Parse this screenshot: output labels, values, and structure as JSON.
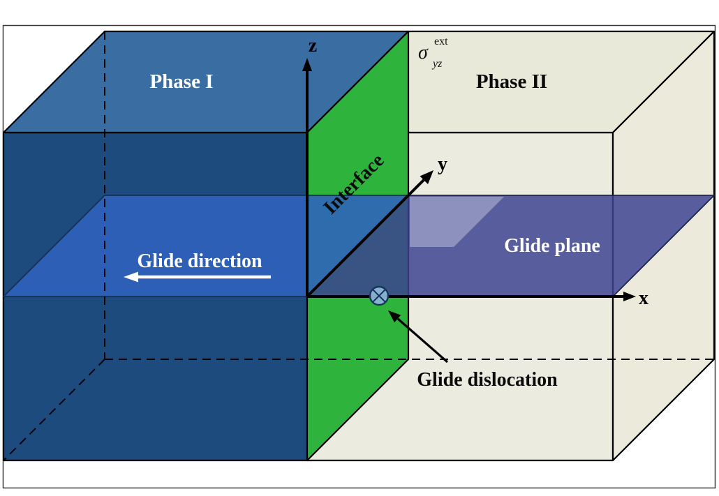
{
  "diagram": {
    "phase1_label": "Phase I",
    "phase2_label": "Phase II",
    "interface_label": "Interface",
    "glide_plane_label": "Glide plane",
    "glide_direction_label": "Glide direction",
    "glide_dislocation_label": "Glide dislocation",
    "axes": {
      "x": "x",
      "y": "y",
      "z": "z"
    },
    "stress_label": {
      "symbol": "σ",
      "subscript": "yz",
      "superscript": "ext"
    },
    "colors": {
      "phase1_front": "#1d4b7d",
      "phase1_top": "#3a6da1",
      "phase2_front": "#ebebe0",
      "phase2_top": "#e9e9da",
      "phase2_side": "#eceadb",
      "interface_green": "#2eb43c",
      "glide_plane_left": "#2f62bd",
      "glide_plane_right": "#3c4291",
      "dislocation_fill": "#8db4d6",
      "arrow_white": "#ffffff",
      "arrow_black": "#000000"
    }
  }
}
